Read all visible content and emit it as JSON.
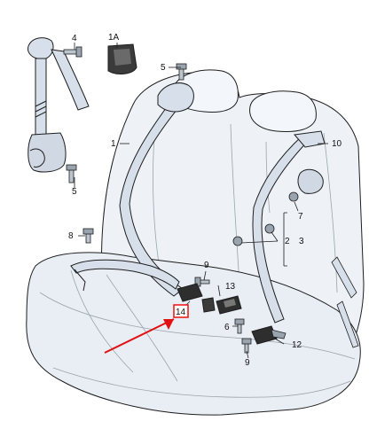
{
  "callouts": {
    "c1": "1",
    "c1a": "1A",
    "c2": "2",
    "c3": "3",
    "c4": "4",
    "c5a": "5",
    "c5b": "5",
    "c6": "6",
    "c7": "7",
    "c8": "8",
    "c9a": "9",
    "c9b": "9",
    "c10": "10",
    "c12": "12",
    "c13": "13",
    "c14": "14"
  },
  "colors": {
    "line": "#1e1e1e",
    "seat_fill": "#e9eef5",
    "belt_fill": "#d7e0ea",
    "highlight": "#e11111"
  }
}
